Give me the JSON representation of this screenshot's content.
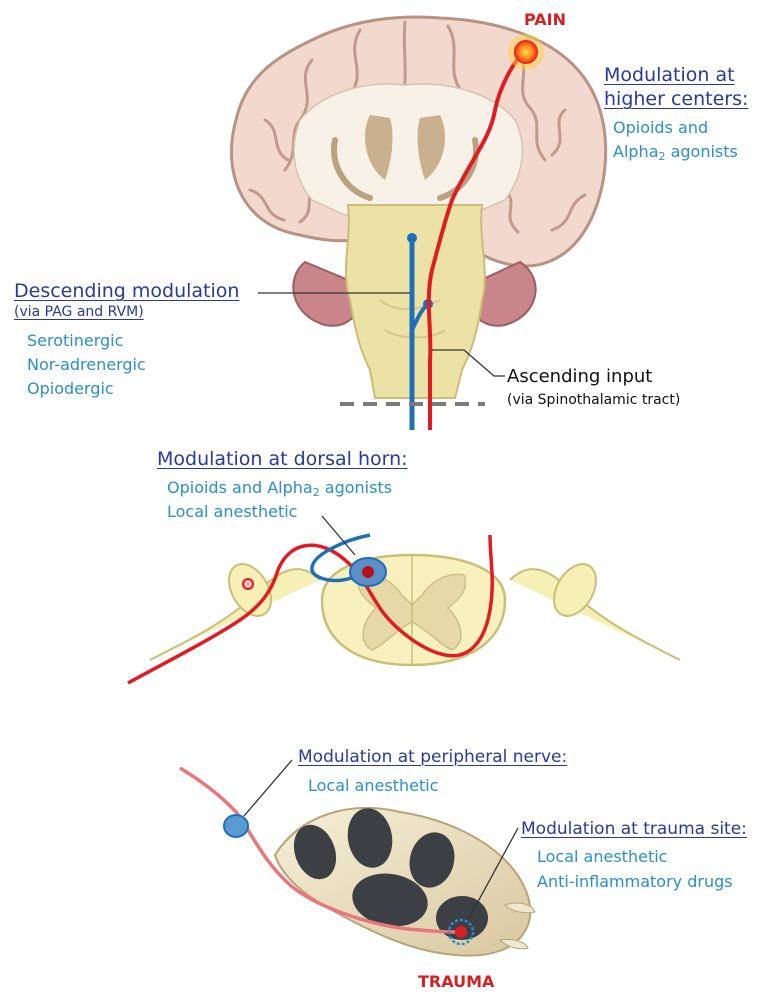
{
  "labels": {
    "pain": "PAIN",
    "trauma": "TRAUMA",
    "higher": {
      "heading_line1": "Modulation at",
      "heading_line2": "higher centers:",
      "item1": "Opioids and",
      "item2_base": "Alpha",
      "item2_sub": "2",
      "item2_rest": " agonists"
    },
    "descending": {
      "heading": "Descending  modulation",
      "subheading": "(via PAG and RVM)",
      "items": [
        "Serotinergic",
        "Nor-adrenergic",
        "Opiodergic"
      ]
    },
    "ascending": {
      "heading": "Ascending input",
      "subheading": "(via Spinothalamic tract)"
    },
    "dorsal": {
      "heading": "Modulation at dorsal horn:",
      "item1_pre": "Opioids and Alpha",
      "item1_sub": "2",
      "item1_post": " agonists",
      "item2": "Local anesthetic"
    },
    "peripheral": {
      "heading": "Modulation at peripheral nerve:",
      "item1": "Local anesthetic"
    },
    "trauma_site": {
      "heading": "Modulation at trauma site:",
      "items": [
        "Local anesthetic",
        "Anti-inflammatory drugs"
      ]
    }
  },
  "colors": {
    "ascending_pathway": "#e01b22",
    "descending_pathway": "#1e6fb8",
    "heading_text": "#2a3a9c",
    "item_text": "#2a8fce",
    "brain_tissue": "#f4ded4",
    "brainstem": "#ede2a6"
  }
}
